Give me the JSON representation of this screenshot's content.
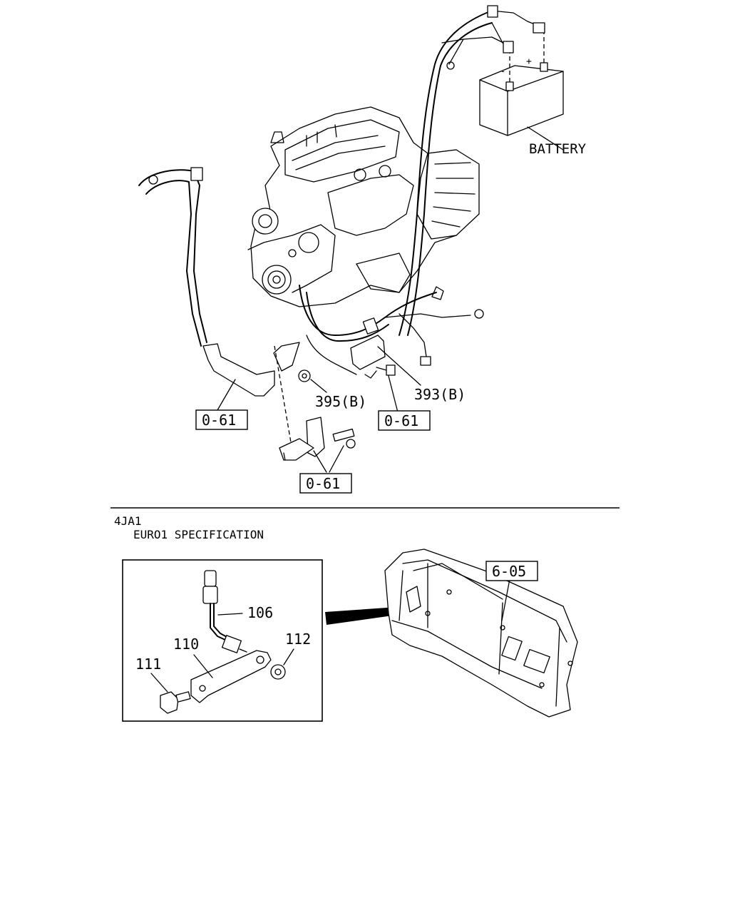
{
  "top_section": {
    "battery_label": "BATTERY",
    "battery_minus": "-",
    "battery_plus": "+",
    "callouts": {
      "c395": "395(B)",
      "c393": "393(B)"
    },
    "ref_boxes": {
      "ref_left": "0-61",
      "ref_center": "0-61",
      "ref_bottom": "0-61"
    }
  },
  "bottom_section": {
    "engine_code": "4JA1",
    "spec_label": "EURO1 SPECIFICATION",
    "callouts": {
      "c106": "106",
      "c110": "110",
      "c111": "111",
      "c112": "112"
    },
    "ref_box": "6-05"
  }
}
